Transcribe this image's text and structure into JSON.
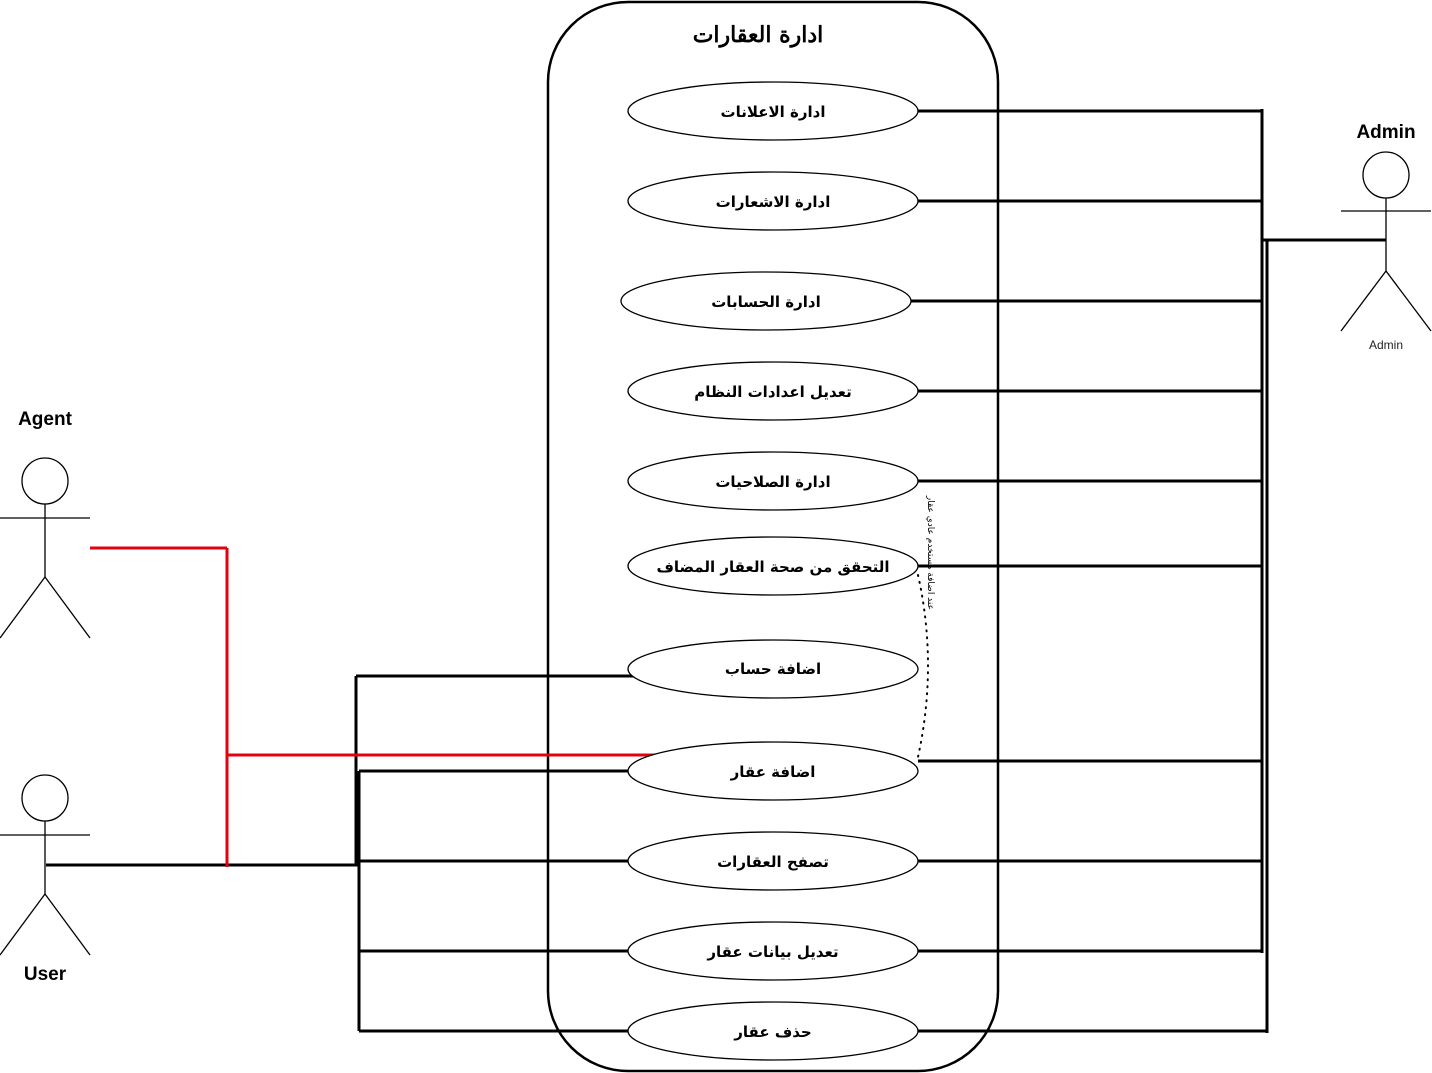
{
  "system": {
    "title": "ادارة العقارات"
  },
  "use_cases": [
    {
      "id": "manage-ads",
      "label": "ادارة الاعلانات"
    },
    {
      "id": "manage-notifications",
      "label": "ادارة الاشعارات"
    },
    {
      "id": "manage-accounts",
      "label": "ادارة الحسابات"
    },
    {
      "id": "system-settings",
      "label": "تعديل اعدادات النظام"
    },
    {
      "id": "manage-permissions",
      "label": "ادارة الصلاحيات"
    },
    {
      "id": "verify-property",
      "label": "التحقق من صحة العقار المضاف"
    },
    {
      "id": "add-account",
      "label": "اضافة حساب"
    },
    {
      "id": "add-property",
      "label": "اضافة عقار"
    },
    {
      "id": "browse-properties",
      "label": "تصفح العقارات"
    },
    {
      "id": "edit-property",
      "label": "تعديل بيانات عقار"
    },
    {
      "id": "delete-property",
      "label": "حذف عقار"
    }
  ],
  "actors": {
    "admin": {
      "name": "Admin",
      "caption": "Admin"
    },
    "agent": {
      "name": "Agent"
    },
    "user": {
      "name": "User"
    }
  },
  "note": {
    "text": "عند اضافة مستخدم عادي عقار"
  },
  "colors": {
    "line": "#000000",
    "agent_link": "#e3000f"
  }
}
